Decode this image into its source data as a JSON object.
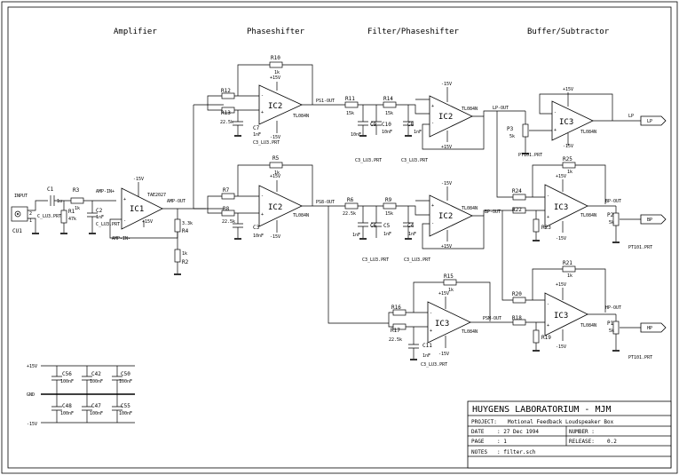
{
  "sections": [
    "Amplifier",
    "Phaseshifter",
    "Filter/Phaseshifter",
    "Buffer/Subtractor"
  ],
  "title_block": {
    "lab": "HUYGENS LABORATORIUM - MJM",
    "project_label": "PROJECT:",
    "project": "Motional Feedback Loudspeaker Box",
    "date_label": "DATE",
    "date": ": 27 Dec 1994",
    "number_label": "NUMBER :",
    "page_label": "PAGE",
    "page": ":   1",
    "release_label": "RELEASE:",
    "release": "0.2",
    "notes_label": "NOTES",
    "notes": ": filter.sch"
  },
  "ics": {
    "ic1": {
      "name": "IC1",
      "part": "TAE2027"
    },
    "ic2a": {
      "name": "IC2",
      "part": "TL084N"
    },
    "ic2b": {
      "name": "IC2",
      "part": "TL084N"
    },
    "ic2c": {
      "name": "IC2",
      "part": "TL084N"
    },
    "ic2d": {
      "name": "IC2",
      "part": "TL084N"
    },
    "ic3a": {
      "name": "IC3",
      "part": "TL084N"
    },
    "ic3b": {
      "name": "IC3",
      "part": "TL084N"
    },
    "ic3c": {
      "name": "IC3",
      "part": "TL084N"
    },
    "ic3d": {
      "name": "IC3",
      "part": "TL084N"
    }
  },
  "labels": {
    "input": "INPUT",
    "cu1": "CU1",
    "c1": "C1",
    "c1v": "1u",
    "r3": "R3",
    "r3v": "1k",
    "r1": "R1",
    "r1v": "47k",
    "c2": "C2",
    "c2v": "1nF",
    "amp_in_p": "AMP-IN+",
    "amp_in_n": "AMP-IN-",
    "amp_out": "AMP-OUT",
    "r4": "R4",
    "r4v": "3.3k",
    "r2": "R2",
    "r2v": "1k",
    "r10": "R10",
    "r10v": "1k",
    "r12": "R12",
    "r13": "R13",
    "r13v": "22.5k",
    "c7": "C7",
    "c7v": "1nF",
    "ps1_out": "PS1-OUT",
    "r11": "R11",
    "r11v": "15k",
    "r14": "R14",
    "r14v": "15k",
    "c9": "C9",
    "c10": "C10",
    "c8": "C8",
    "c9v": "10nF",
    "c10v": "10nF",
    "c8v": "1nF",
    "r5": "R5",
    "r5v": "1k",
    "r7": "R7",
    "r8": "R8",
    "r8v": "22.5k",
    "c3": "C3",
    "c3v": "10nF",
    "ps8_out": "PS8-OUT",
    "r6": "R6",
    "r6v": "22.5k",
    "r9": "R9",
    "r9v": "15k",
    "c6": "C6",
    "c5": "C5",
    "c4": "C4",
    "c6v": "1nF",
    "c5v": "1nF",
    "c4v": "1nF",
    "r15": "R15",
    "r15v": "1k",
    "r16": "R16",
    "r17": "R17",
    "r17v": "22.5k",
    "c11": "C11",
    "c11v": "1nF",
    "psm_out": "PSM-OUT",
    "lp_out": "LP-OUT",
    "p3": "P3",
    "p3v": "5k",
    "lp": "LP",
    "r25": "R25",
    "r25v": "1k",
    "r24": "R24",
    "r22": "R22",
    "r23": "R23",
    "bp_out": "BP-OUT",
    "p2": "P2",
    "p2v": "5k",
    "bp": "BP",
    "r21": "R21",
    "r21v": "1k",
    "r20": "R20",
    "r18": "R18",
    "r19": "R19",
    "hp_out": "HP-OUT",
    "p1": "P1",
    "p1v": "5k",
    "hp": "HP",
    "pt": "PT101.PRT",
    "pos15": "+15V",
    "neg15": "-15V",
    "gnd": "GND",
    "c56": "C56",
    "c42": "C42",
    "c50": "C50",
    "c48": "C48",
    "c47": "C47",
    "c55": "C55",
    "cap100": "100nF",
    "c1prt": "C_LU3.PRT",
    "c3prt": "C3_LU3.PRT"
  }
}
